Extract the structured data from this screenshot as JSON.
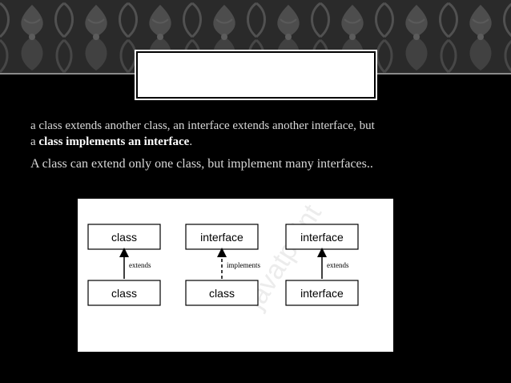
{
  "slide": {
    "line1": "a class extends another class, an interface extends another interface, but",
    "line2_prefix": "a ",
    "line2_bold": "class implements an interface",
    "line2_suffix": ".",
    "line3": "A class can extend only one class, but implement many interfaces.."
  },
  "diagram": {
    "columns": [
      {
        "top": "class",
        "relation": "extends",
        "bottom": "class",
        "style": "solid"
      },
      {
        "top": "interface",
        "relation": "implements",
        "bottom": "class",
        "style": "dashed"
      },
      {
        "top": "interface",
        "relation": "extends",
        "bottom": "interface",
        "style": "solid"
      }
    ],
    "watermark": "javatpoint"
  },
  "colors": {
    "background": "#000000",
    "banner": "#2c2c2c",
    "text": "#d9d9d9"
  }
}
